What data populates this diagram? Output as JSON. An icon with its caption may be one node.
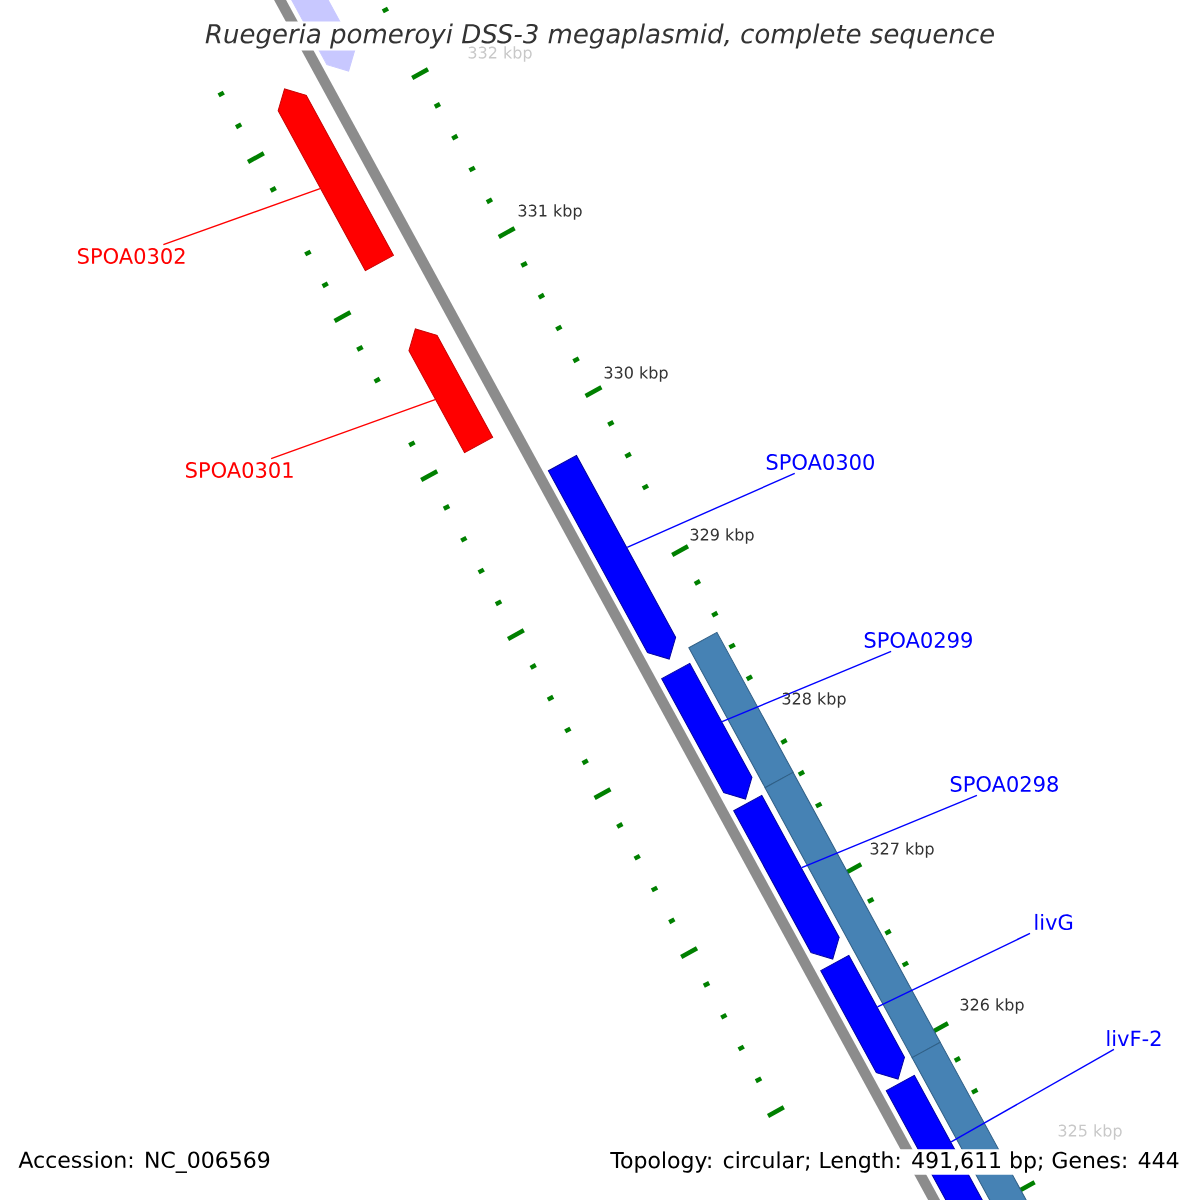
{
  "diagram": {
    "title": "Ruegeria pomeroyi DSS-3 megaplasmid, complete sequence",
    "nodes": [
      {
        "text": [],
        "shape": "pentagon"
      },
      {
        "text": [],
        "shape": "pentagon"
      },
      {
        "text": [],
        "shape": "pentagon"
      },
      {
        "text": [],
        "shape": "pentagon"
      },
      {
        "text": [],
        "shape": "bar"
      },
      {
        "text": [],
        "shape": "pentagon"
      },
      {
        "text": [],
        "shape": "bar"
      },
      {
        "text": [],
        "shape": "pentagon"
      },
      {
        "text": [],
        "shape": "pentagon"
      },
      {
        "text": [],
        "shape": "bar"
      },
      {
        "text": [],
        "shape": "pentagon"
      },
      {
        "text": [
          "SPOA0302"
        ]
      },
      {
        "text": [
          "SPOA0301"
        ]
      },
      {
        "text": [
          "SPOA0300"
        ]
      },
      {
        "text": [
          "SPOA0299"
        ]
      },
      {
        "text": [
          "SPOA0298"
        ]
      },
      {
        "text": [
          "livG"
        ]
      },
      {
        "text": [
          "livF-2"
        ]
      }
    ],
    "edges": [
      {
        "from": 11,
        "to": 1,
        "arrow": "none",
        "color": "#ff0000"
      },
      {
        "from": 12,
        "to": 2,
        "arrow": "none",
        "color": "#ff0000"
      },
      {
        "from": 13,
        "to": 3,
        "arrow": "none"
      },
      {
        "from": 14,
        "to": 5,
        "arrow": "none"
      },
      {
        "from": 15,
        "to": 7,
        "arrow": "none"
      },
      {
        "from": 16,
        "to": 8,
        "arrow": "none"
      },
      {
        "from": 17,
        "to": 10,
        "arrow": "none"
      }
    ],
    "labels": [
      "332 kbp",
      "331 kbp",
      "330 kbp",
      "329 kbp",
      "328 kbp",
      "327 kbp",
      "326 kbp",
      "325 kbp",
      "Accession: NC_006569",
      "Topology: circular; Length: 491,611 bp; Genes: 444"
    ]
  }
}
